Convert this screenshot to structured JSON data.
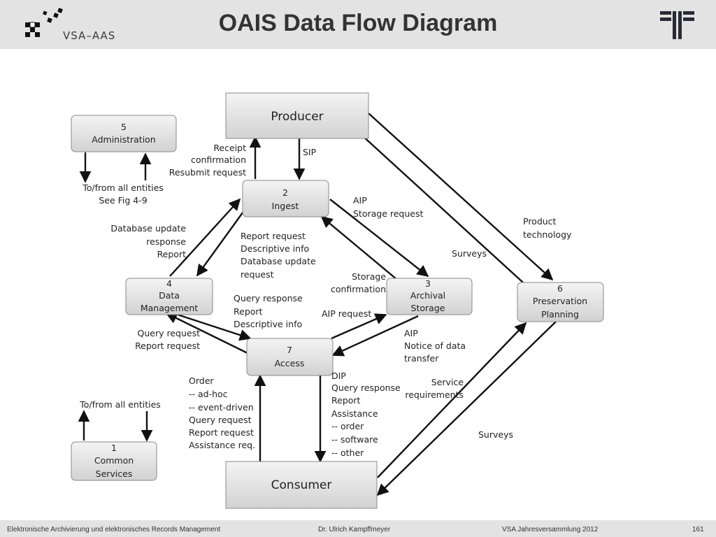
{
  "header": {
    "title": "OAIS Data Flow Diagram",
    "logo_text": "VSA–AAS",
    "logo_left_icon": "vsa-aas-logo-icon",
    "logo_right_icon": "ff-logo-icon"
  },
  "boxes": {
    "producer": "Producer",
    "consumer": "Consumer",
    "administration": [
      "5",
      "Administration"
    ],
    "ingest": [
      "2",
      "Ingest"
    ],
    "data_management": [
      "4",
      "Data",
      "Management"
    ],
    "archival_storage": [
      "3",
      "Archival",
      "Storage"
    ],
    "access": [
      "7",
      "Access"
    ],
    "preservation_planning": [
      "6",
      "Preservation",
      "Planning"
    ],
    "common_services": [
      "1",
      "Common",
      "Services"
    ]
  },
  "labels": {
    "receipt": [
      "Receipt",
      "confirmation",
      "Resubmit request"
    ],
    "sip": "SIP",
    "to_from_fig": [
      "To/from all entities",
      "See Fig 4-9"
    ],
    "aip_storage": [
      "AIP",
      "Storage request"
    ],
    "product_technology": [
      "Product",
      "technology"
    ],
    "surveys_top": "Surveys",
    "db_update_response": [
      "Database update",
      "response",
      "Report"
    ],
    "report_request_block": [
      "Report request",
      "Descriptive info",
      "Database update",
      "request"
    ],
    "storage_confirmation": [
      "Storage",
      "confirmation"
    ],
    "query_response_block": [
      "Query response",
      "Report",
      "Descriptive info"
    ],
    "aip_request": "AIP request",
    "query_report_request": [
      "Query request",
      "Report request"
    ],
    "aip_notice": [
      "AIP",
      "Notice of data",
      "transfer"
    ],
    "order_block": [
      "Order",
      "-- ad-hoc",
      "-- event-driven",
      "Query request",
      "Report request",
      "Assistance req."
    ],
    "dip_block": [
      "DIP",
      "Query response",
      "Report",
      "Assistance",
      "-- order",
      "-- software",
      "-- other"
    ],
    "service_requirements": [
      "Service",
      "requirements"
    ],
    "to_from_all": "To/from all entities",
    "surveys_bottom": "Surveys"
  },
  "footer": {
    "left": "Elektronische Archivierung und elektronisches Records Management",
    "center": "Dr. Ulrich Kampffmeyer",
    "right": "VSA Jahresversammlung 2012",
    "page": "161"
  }
}
